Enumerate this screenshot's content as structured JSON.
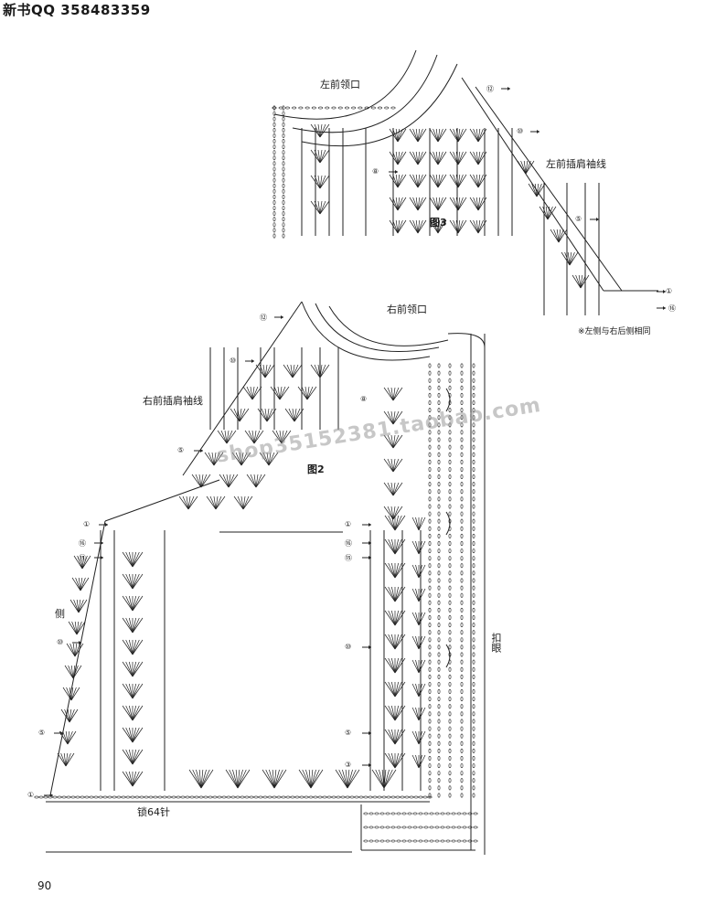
{
  "header": {
    "text": "新书QQ 358483359"
  },
  "fig3": {
    "title": "图3",
    "neck_label": "左前领口",
    "raglan_label": "左前插肩袖线",
    "note": "※左侧与右后侧相同",
    "row_markers": [
      "⑫",
      "⑩",
      "⑧",
      "⑤",
      "①",
      "⑯"
    ]
  },
  "fig2": {
    "title": "图2",
    "neck_label": "右前领口",
    "raglan_label": "右前插肩袖线",
    "side_label": "侧",
    "buttonhole_label": "扣眼",
    "chain_label": "锁64针",
    "row_markers_left": [
      "⑫",
      "⑩",
      "⑤",
      "①",
      "⑯",
      "⑮",
      "⑩",
      "⑤",
      "①"
    ],
    "row_markers_mid": [
      "⑧",
      "①",
      "⑯",
      "⑮",
      "⑩",
      "⑤",
      "③"
    ]
  },
  "watermark": {
    "text": "shop35152381.taobao.com"
  },
  "page_number": "90",
  "icons": {
    "arrow": "arrow-right-icon"
  }
}
